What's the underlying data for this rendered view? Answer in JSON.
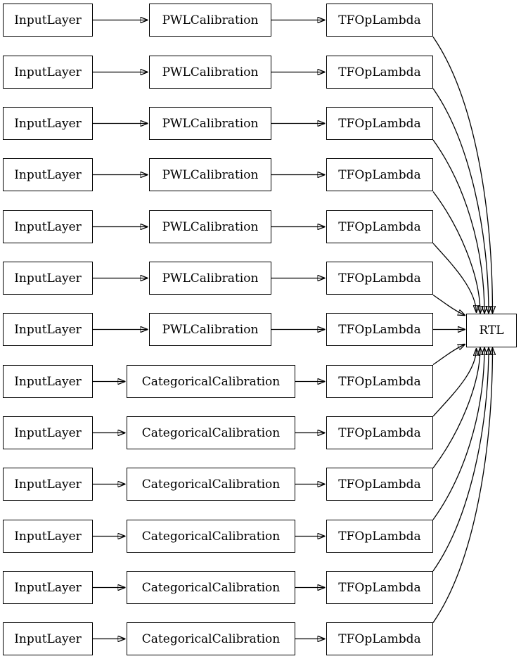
{
  "diagram": {
    "type": "model-graph",
    "node_fill": "#ffffff",
    "edge_color": "#000000",
    "output": {
      "id": "rtl",
      "label": "RTL"
    },
    "rows": [
      {
        "input": "InputLayer",
        "calibration": "PWLCalibration",
        "op": "TFOpLambda"
      },
      {
        "input": "InputLayer",
        "calibration": "PWLCalibration",
        "op": "TFOpLambda"
      },
      {
        "input": "InputLayer",
        "calibration": "PWLCalibration",
        "op": "TFOpLambda"
      },
      {
        "input": "InputLayer",
        "calibration": "PWLCalibration",
        "op": "TFOpLambda"
      },
      {
        "input": "InputLayer",
        "calibration": "PWLCalibration",
        "op": "TFOpLambda"
      },
      {
        "input": "InputLayer",
        "calibration": "PWLCalibration",
        "op": "TFOpLambda"
      },
      {
        "input": "InputLayer",
        "calibration": "PWLCalibration",
        "op": "TFOpLambda"
      },
      {
        "input": "InputLayer",
        "calibration": "CategoricalCalibration",
        "op": "TFOpLambda"
      },
      {
        "input": "InputLayer",
        "calibration": "CategoricalCalibration",
        "op": "TFOpLambda"
      },
      {
        "input": "InputLayer",
        "calibration": "CategoricalCalibration",
        "op": "TFOpLambda"
      },
      {
        "input": "InputLayer",
        "calibration": "CategoricalCalibration",
        "op": "TFOpLambda"
      },
      {
        "input": "InputLayer",
        "calibration": "CategoricalCalibration",
        "op": "TFOpLambda"
      },
      {
        "input": "InputLayer",
        "calibration": "CategoricalCalibration",
        "op": "TFOpLambda"
      }
    ],
    "edges": [
      [
        "input_1",
        "calibration_1"
      ],
      [
        "calibration_1",
        "op_1"
      ],
      [
        "op_1",
        "rtl"
      ],
      [
        "input_2",
        "calibration_2"
      ],
      [
        "calibration_2",
        "op_2"
      ],
      [
        "op_2",
        "rtl"
      ],
      [
        "input_3",
        "calibration_3"
      ],
      [
        "calibration_3",
        "op_3"
      ],
      [
        "op_3",
        "rtl"
      ],
      [
        "input_4",
        "calibration_4"
      ],
      [
        "calibration_4",
        "op_4"
      ],
      [
        "op_4",
        "rtl"
      ],
      [
        "input_5",
        "calibration_5"
      ],
      [
        "calibration_5",
        "op_5"
      ],
      [
        "op_5",
        "rtl"
      ],
      [
        "input_6",
        "calibration_6"
      ],
      [
        "calibration_6",
        "op_6"
      ],
      [
        "op_6",
        "rtl"
      ],
      [
        "input_7",
        "calibration_7"
      ],
      [
        "calibration_7",
        "op_7"
      ],
      [
        "op_7",
        "rtl"
      ],
      [
        "input_8",
        "calibration_8"
      ],
      [
        "calibration_8",
        "op_8"
      ],
      [
        "op_8",
        "rtl"
      ],
      [
        "input_9",
        "calibration_9"
      ],
      [
        "calibration_9",
        "op_9"
      ],
      [
        "op_9",
        "rtl"
      ],
      [
        "input_10",
        "calibration_10"
      ],
      [
        "calibration_10",
        "op_10"
      ],
      [
        "op_10",
        "rtl"
      ],
      [
        "input_11",
        "calibration_11"
      ],
      [
        "calibration_11",
        "op_11"
      ],
      [
        "op_11",
        "rtl"
      ],
      [
        "input_12",
        "calibration_12"
      ],
      [
        "calibration_12",
        "op_12"
      ],
      [
        "op_12",
        "rtl"
      ],
      [
        "input_13",
        "calibration_13"
      ],
      [
        "calibration_13",
        "op_13"
      ],
      [
        "op_13",
        "rtl"
      ]
    ]
  }
}
